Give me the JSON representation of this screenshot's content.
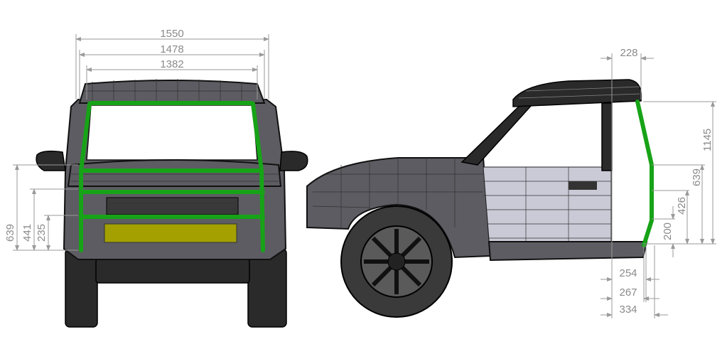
{
  "drawing": {
    "front_view": {
      "width_dimensions": [
        "1550",
        "1478",
        "1382"
      ],
      "height_dimensions": [
        "639",
        "441",
        "235"
      ]
    },
    "side_view": {
      "top_dimension": "228",
      "height_dimensions": [
        "1145",
        "639",
        "426",
        "200"
      ],
      "bottom_dimensions": [
        "254",
        "267",
        "334"
      ]
    },
    "colors": {
      "roll_cage": "#17a317",
      "license_plate": "#a3a000",
      "body": "#5c5c62",
      "dimension_lines": "#9a9a9a"
    }
  }
}
